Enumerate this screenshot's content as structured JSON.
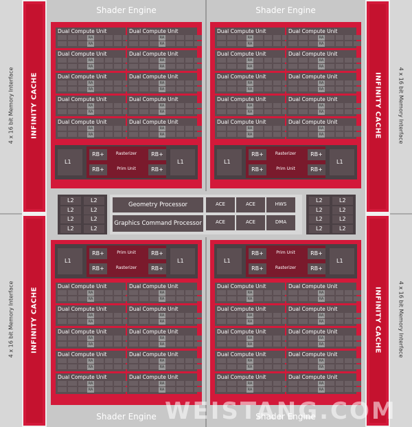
{
  "shader_engine_label": "Shader Engine",
  "infinity_cache_label": "INFINITY CACHE",
  "memory_interface_label": "4 x 16 bit Memory Interface",
  "dual_cu_label": "Dual Compute Unit",
  "ra_label": "RA",
  "l1_label": "L1",
  "l2_label": "L2",
  "rb_label": "RB+",
  "rasterizer_label": "Rasterizer",
  "prim_unit_label": "Prim Unit",
  "geometry_processor": "Geometry Processor",
  "graphics_command_processor": "Graphics Command Processor",
  "ace_label": "ACE",
  "hws_label": "HWS",
  "dma_label": "DMA",
  "watermark": "WEISTANG.COM"
}
